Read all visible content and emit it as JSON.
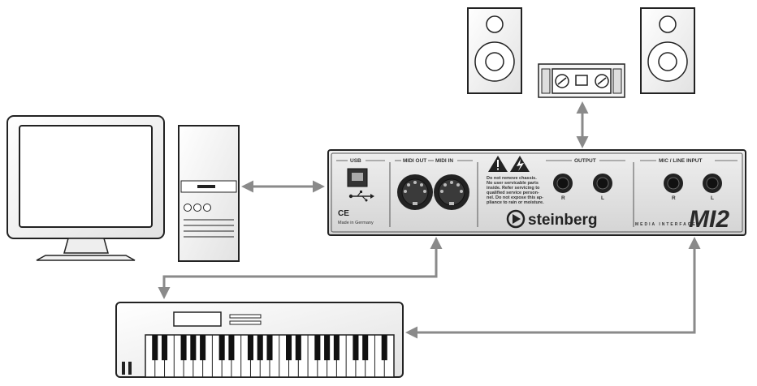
{
  "interface": {
    "usb_label": "USB",
    "midi_out_label": "MIDI OUT",
    "midi_in_label": "MIDI IN",
    "output_label": "OUTPUT",
    "mic_line_label": "MIC / LINE INPUT",
    "r_label": "R",
    "l_label": "L",
    "ce_mark": "CE",
    "made_in": "Made in Germany",
    "warning_lines": [
      "Do not remove chassis.",
      "No user servicable parts",
      "inside. Refer servicing to",
      "qualified service person-",
      "nel. Do not expose this ap-",
      "pliance to rain or moisture."
    ],
    "brand": "steinberg",
    "subtitle": "MEDIA INTERFACE",
    "model": "MI2"
  }
}
